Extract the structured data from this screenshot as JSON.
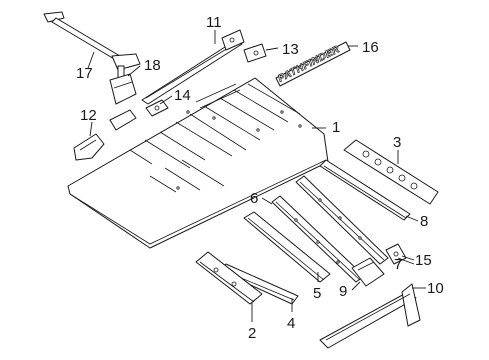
{
  "callouts": {
    "c1": "1",
    "c2": "2",
    "c3": "3",
    "c4": "4",
    "c5": "5",
    "c6": "6",
    "c7": "7",
    "c8": "8",
    "c9": "9",
    "c10": "10",
    "c11": "11",
    "c12": "12",
    "c13": "13",
    "c14": "14",
    "c15": "15",
    "c16": "16",
    "c17": "17",
    "c18": "18"
  },
  "emblem": {
    "text": "PATHFINDER"
  }
}
